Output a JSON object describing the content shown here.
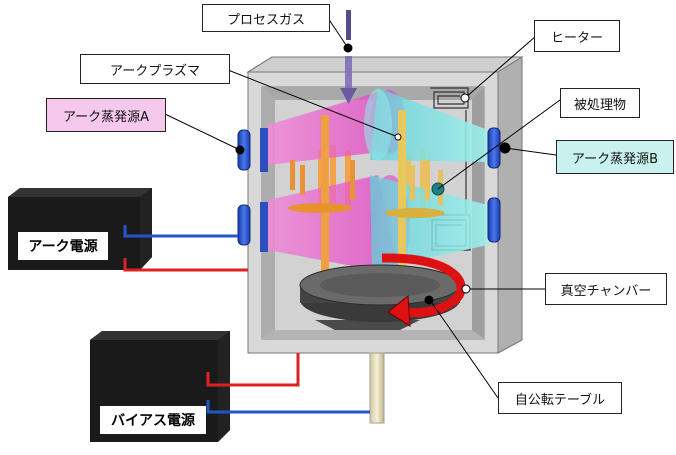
{
  "labels": {
    "process_gas": "プロセスガス",
    "heater": "ヒーター",
    "arc_plasma": "アークプラズマ",
    "workpiece": "被処理物",
    "arc_source_a": "アーク蒸発源A",
    "arc_source_b": "アーク蒸発源B",
    "vacuum_chamber": "真空チャンバー",
    "rotary_table": "自公転テーブル"
  },
  "power_supplies": {
    "arc": "アーク電源",
    "bias": "バイアス電源"
  },
  "colors": {
    "source_a_label_bg": "#f5c8ee",
    "source_b_label_bg": "#c9f2ef",
    "plasma_pink": "#ee55cc",
    "plasma_cyan": "#66dde0",
    "chamber_gray": "#d6d6d6",
    "power_box": "#1a1a1a",
    "wire_red": "#dd2222",
    "wire_blue": "#2255cc",
    "arrow_red": "#dd1111",
    "gas_arrow": "#6a5a9e"
  }
}
